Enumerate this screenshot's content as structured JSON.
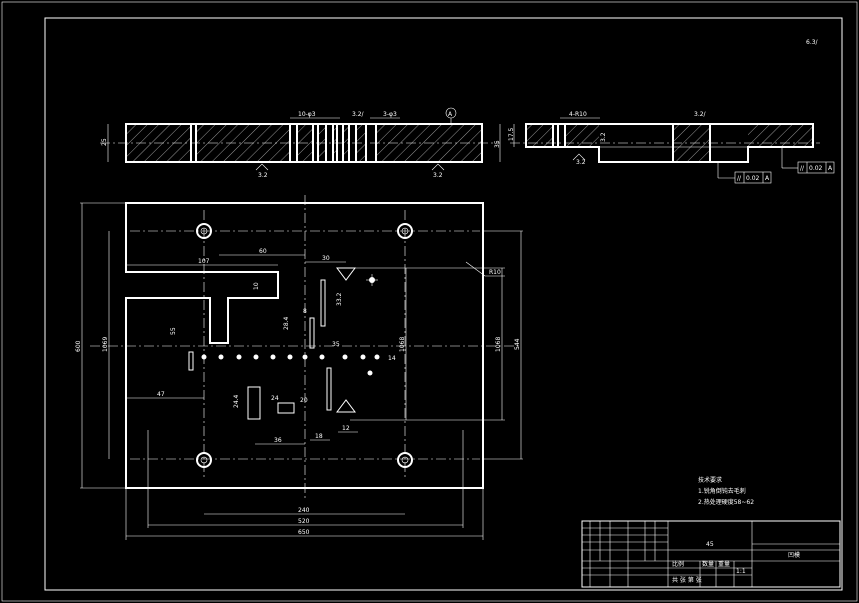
{
  "surface_mark_top_right": "6.3/",
  "datum_label": "A",
  "front_view": {
    "thickness_dim": "25",
    "hole_note_1": "10-φ3",
    "hole_note_2": "3-φ3",
    "roughness_top": "3.2/",
    "roughness_bottom_left": "3.2",
    "roughness_bottom_right": "3.2"
  },
  "side_view": {
    "dim_total": "35",
    "dim_inner": "17.5",
    "dim_top": "4-R10",
    "roughness_top": "3.2/",
    "roughness_mid": "3.2",
    "roughness_bottom": "3.2",
    "tol_frame_1": {
      "symbol": "//",
      "value": "0.02",
      "datum": "A"
    },
    "tol_frame_2": {
      "symbol": "//",
      "value": "0.02",
      "datum": "A"
    }
  },
  "plan_view": {
    "dims": {
      "overall_height": "600",
      "inner_height_left": "1069",
      "inner_height_right_1": "1068",
      "inner_height_right_2": "1068",
      "right_outer": "544",
      "bottom_240": "240",
      "bottom_520": "520",
      "bottom_650": "650",
      "dim_107": "107",
      "dim_60": "60",
      "dim_30": "30",
      "dim_10": "10",
      "dim_47": "47",
      "dim_36": "36",
      "dim_244": "24.4",
      "dim_18": "18",
      "dim_12": "12",
      "dim_55": "55",
      "dim_8": "8",
      "dim_284": "28.4",
      "dim_332": "33.2",
      "dim_35": "35",
      "dim_24": "24",
      "dim_14": "14",
      "dim_20": "20",
      "dim_r10": "R10"
    }
  },
  "tech_requirements": {
    "title": "技术要求",
    "item_1": "1.锐角倒钝去毛刺",
    "item_2": "2.热处理硬度58~62"
  },
  "title_block": {
    "material": "45",
    "part_name": "凹模",
    "scale_label": "比例",
    "qty_label": "数量",
    "weight_label": "重量",
    "code_1": "1:1",
    "sheet_info": "共 张 第 张"
  }
}
